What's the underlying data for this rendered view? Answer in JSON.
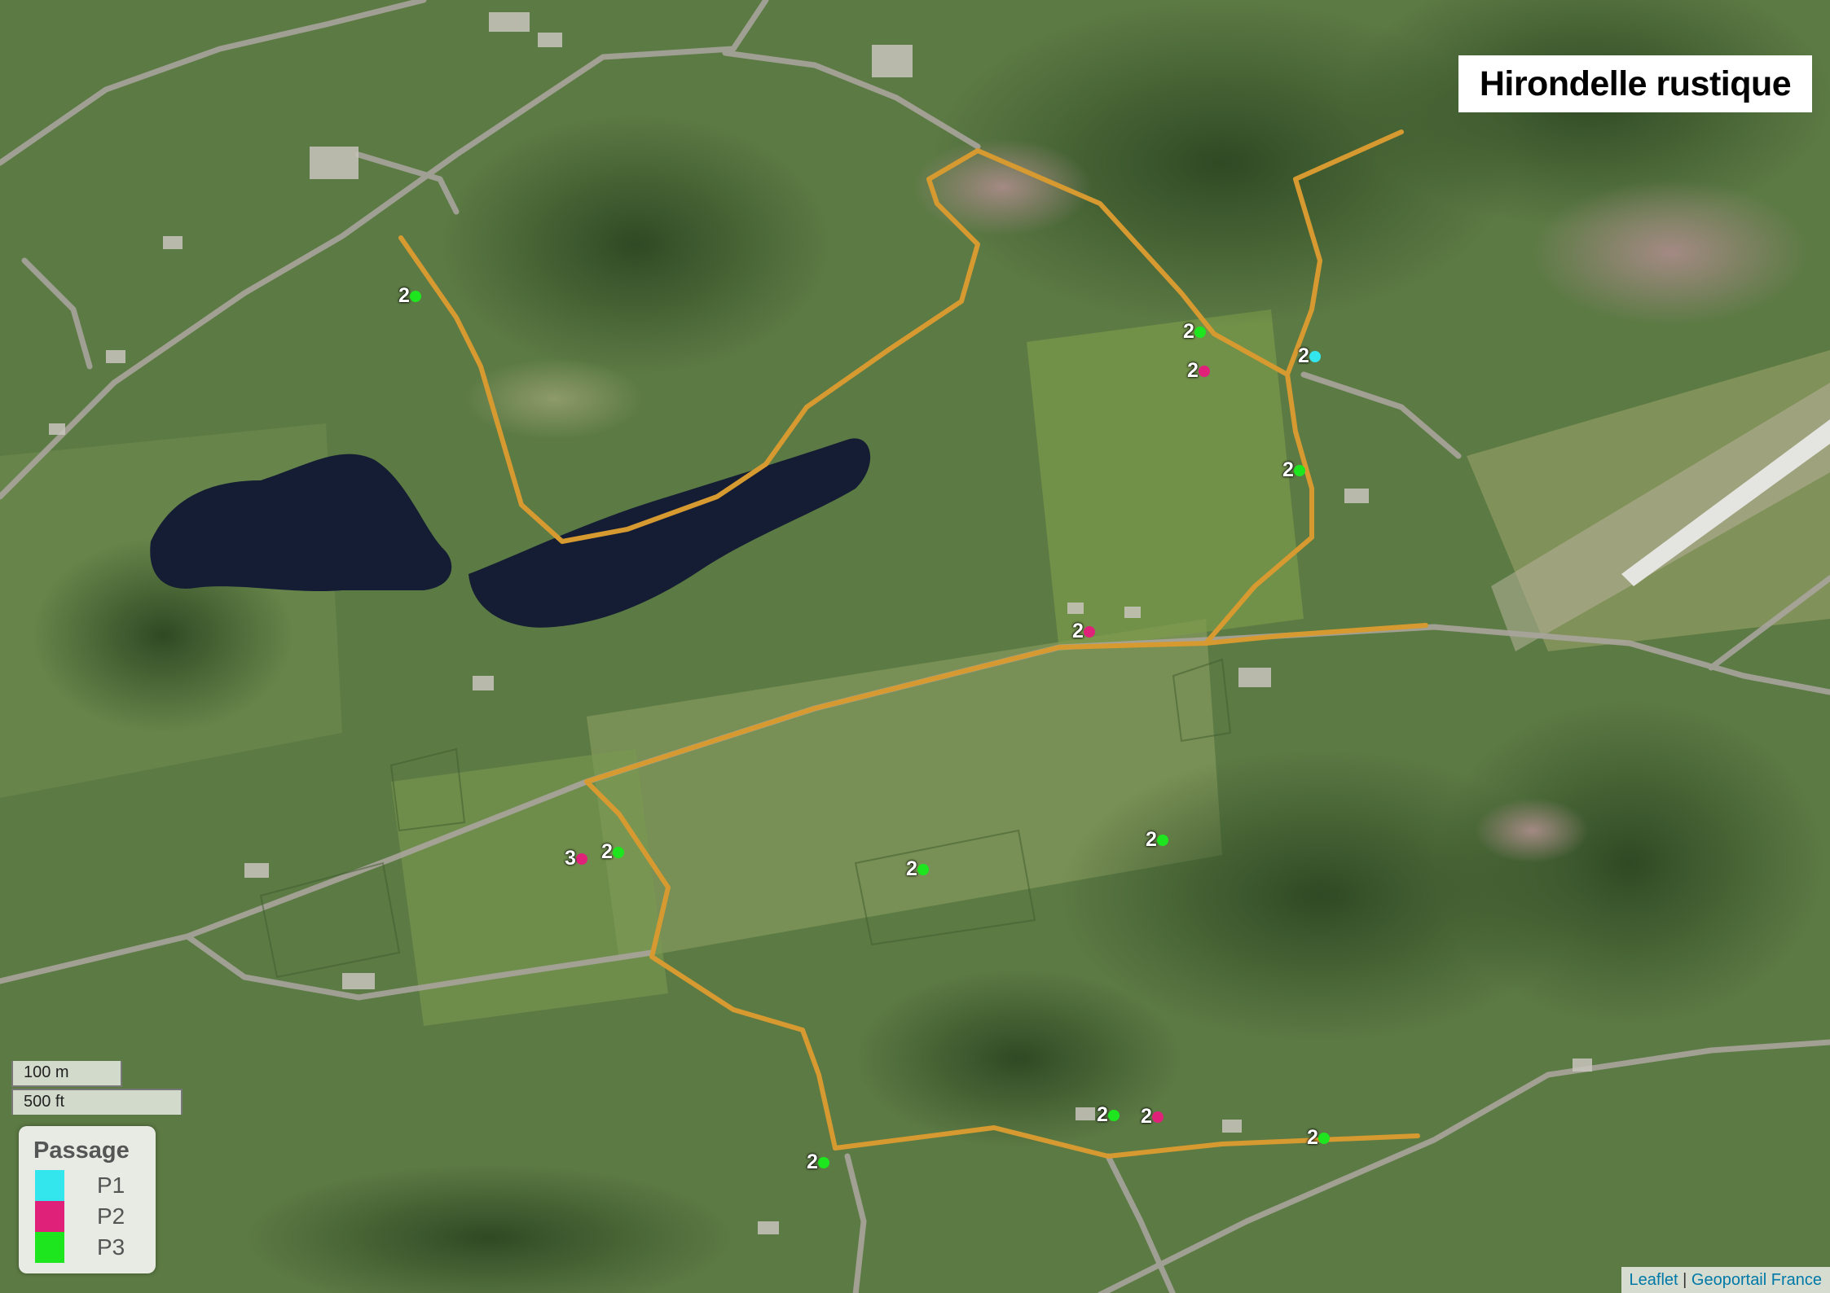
{
  "map": {
    "title": "Hirondelle rustique",
    "scale_metric": "100 m",
    "scale_imperial": "500 ft",
    "attribution": {
      "leaflet": "Leaflet",
      "separator": " | ",
      "provider": "Geoportail France"
    },
    "route_color": "#d69a30",
    "road_color": "#a8a49c",
    "water_color": "#141d33"
  },
  "legend": {
    "title": "Passage",
    "items": [
      {
        "label": "P1",
        "color": "#33e6ee"
      },
      {
        "label": "P2",
        "color": "#e0217a"
      },
      {
        "label": "P3",
        "color": "#1ee61e"
      }
    ]
  },
  "markers": [
    {
      "id": "m1",
      "count": "2",
      "passage": "P3"
    },
    {
      "id": "m2",
      "count": "2",
      "passage": "P3"
    },
    {
      "id": "m3",
      "count": "2",
      "passage": "P2"
    },
    {
      "id": "m4",
      "count": "2",
      "passage": "P1"
    },
    {
      "id": "m5",
      "count": "2",
      "passage": "P3"
    },
    {
      "id": "m6",
      "count": "2",
      "passage": "P2"
    },
    {
      "id": "m7",
      "count": "3",
      "passage": "P2"
    },
    {
      "id": "m8",
      "count": "2",
      "passage": "P3"
    },
    {
      "id": "m9",
      "count": "2",
      "passage": "P3"
    },
    {
      "id": "m10",
      "count": "2",
      "passage": "P3"
    },
    {
      "id": "m11",
      "count": "2",
      "passage": "P3"
    },
    {
      "id": "m12",
      "count": "2",
      "passage": "P2"
    },
    {
      "id": "m13",
      "count": "2",
      "passage": "P3"
    },
    {
      "id": "m14",
      "count": "2",
      "passage": "P3"
    }
  ]
}
